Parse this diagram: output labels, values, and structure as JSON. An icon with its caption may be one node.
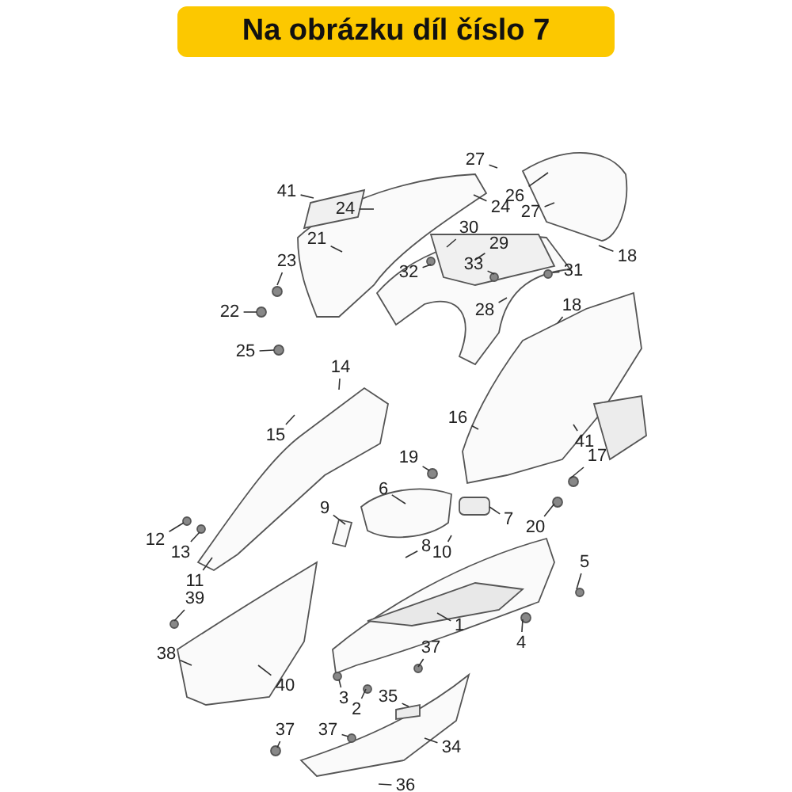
{
  "diagram": {
    "title": "Na obrázku díl číslo 7",
    "nodes": [
      {
        "text": [
          "27"
        ]
      },
      {
        "text": [
          "41"
        ]
      },
      {
        "text": [
          "24"
        ]
      },
      {
        "text": [
          "26"
        ]
      },
      {
        "text": [
          "24"
        ]
      },
      {
        "text": [
          "27"
        ]
      },
      {
        "text": [
          "30"
        ]
      },
      {
        "text": [
          "21"
        ]
      },
      {
        "text": [
          "29"
        ]
      },
      {
        "text": [
          "18"
        ]
      },
      {
        "text": [
          "23"
        ]
      },
      {
        "text": [
          "32"
        ]
      },
      {
        "text": [
          "33"
        ]
      },
      {
        "text": [
          "31"
        ]
      },
      {
        "text": [
          "22"
        ]
      },
      {
        "text": [
          "18"
        ]
      },
      {
        "text": [
          "28"
        ]
      },
      {
        "text": [
          "25"
        ]
      },
      {
        "text": [
          "14"
        ]
      },
      {
        "text": [
          "16"
        ]
      },
      {
        "text": [
          "15"
        ]
      },
      {
        "text": [
          "41"
        ]
      },
      {
        "text": [
          "19"
        ]
      },
      {
        "text": [
          "17"
        ]
      },
      {
        "text": [
          "6"
        ]
      },
      {
        "text": [
          "9"
        ]
      },
      {
        "text": [
          "7"
        ]
      },
      {
        "text": [
          "20"
        ]
      },
      {
        "text": [
          "12"
        ]
      },
      {
        "text": [
          "13"
        ]
      },
      {
        "text": [
          "8"
        ]
      },
      {
        "text": [
          "10"
        ]
      },
      {
        "text": [
          "11"
        ]
      },
      {
        "text": [
          "5"
        ]
      },
      {
        "text": [
          "39"
        ]
      },
      {
        "text": [
          "1"
        ]
      },
      {
        "text": [
          "4"
        ]
      },
      {
        "text": [
          "37"
        ]
      },
      {
        "text": [
          "38"
        ]
      },
      {
        "text": [
          "40"
        ]
      },
      {
        "text": [
          "3"
        ]
      },
      {
        "text": [
          "35"
        ]
      },
      {
        "text": [
          "2"
        ]
      },
      {
        "text": [
          "37"
        ]
      },
      {
        "text": [
          "37"
        ]
      },
      {
        "text": [
          "34"
        ]
      },
      {
        "text": [
          "36"
        ]
      }
    ],
    "edges": [
      {
        "from": 0,
        "to": null,
        "arrow": "none"
      },
      {
        "from": 1,
        "to": null,
        "arrow": "none"
      },
      {
        "from": 2,
        "to": null,
        "arrow": "none"
      },
      {
        "from": 3,
        "to": null,
        "arrow": "none"
      },
      {
        "from": 4,
        "to": null,
        "arrow": "none"
      },
      {
        "from": 5,
        "to": null,
        "arrow": "none"
      },
      {
        "from": 6,
        "to": null,
        "arrow": "none"
      },
      {
        "from": 7,
        "to": null,
        "arrow": "none"
      },
      {
        "from": 8,
        "to": null,
        "arrow": "none"
      },
      {
        "from": 9,
        "to": null,
        "arrow": "none"
      },
      {
        "from": 10,
        "to": null,
        "arrow": "none"
      },
      {
        "from": 11,
        "to": null,
        "arrow": "none"
      },
      {
        "from": 12,
        "to": null,
        "arrow": "none"
      },
      {
        "from": 13,
        "to": null,
        "arrow": "none"
      },
      {
        "from": 14,
        "to": null,
        "arrow": "none"
      },
      {
        "from": 15,
        "to": null,
        "arrow": "none"
      },
      {
        "from": 16,
        "to": null,
        "arrow": "none"
      },
      {
        "from": 17,
        "to": null,
        "arrow": "none"
      },
      {
        "from": 18,
        "to": null,
        "arrow": "none"
      },
      {
        "from": 19,
        "to": null,
        "arrow": "none"
      },
      {
        "from": 20,
        "to": null,
        "arrow": "none"
      },
      {
        "from": 21,
        "to": null,
        "arrow": "none"
      },
      {
        "from": 22,
        "to": null,
        "arrow": "none"
      },
      {
        "from": 23,
        "to": null,
        "arrow": "none"
      },
      {
        "from": 24,
        "to": null,
        "arrow": "none"
      },
      {
        "from": 25,
        "to": null,
        "arrow": "none"
      },
      {
        "from": 26,
        "to": null,
        "arrow": "none"
      },
      {
        "from": 27,
        "to": null,
        "arrow": "none"
      },
      {
        "from": 28,
        "to": null,
        "arrow": "none"
      },
      {
        "from": 29,
        "to": null,
        "arrow": "none"
      },
      {
        "from": 30,
        "to": null,
        "arrow": "none"
      },
      {
        "from": 31,
        "to": null,
        "arrow": "none"
      },
      {
        "from": 32,
        "to": null,
        "arrow": "none"
      },
      {
        "from": 33,
        "to": null,
        "arrow": "none"
      },
      {
        "from": 34,
        "to": null,
        "arrow": "none"
      },
      {
        "from": 35,
        "to": null,
        "arrow": "none"
      },
      {
        "from": 36,
        "to": null,
        "arrow": "none"
      },
      {
        "from": 37,
        "to": null,
        "arrow": "none"
      },
      {
        "from": 38,
        "to": null,
        "arrow": "none"
      },
      {
        "from": 39,
        "to": null,
        "arrow": "none"
      },
      {
        "from": 40,
        "to": null,
        "arrow": "none"
      },
      {
        "from": 41,
        "to": null,
        "arrow": "none"
      },
      {
        "from": 42,
        "to": null,
        "arrow": "none"
      },
      {
        "from": 43,
        "to": null,
        "arrow": "none"
      },
      {
        "from": 44,
        "to": null,
        "arrow": "none"
      },
      {
        "from": 45,
        "to": null,
        "arrow": "none"
      },
      {
        "from": 46,
        "to": null,
        "arrow": "none"
      }
    ]
  }
}
